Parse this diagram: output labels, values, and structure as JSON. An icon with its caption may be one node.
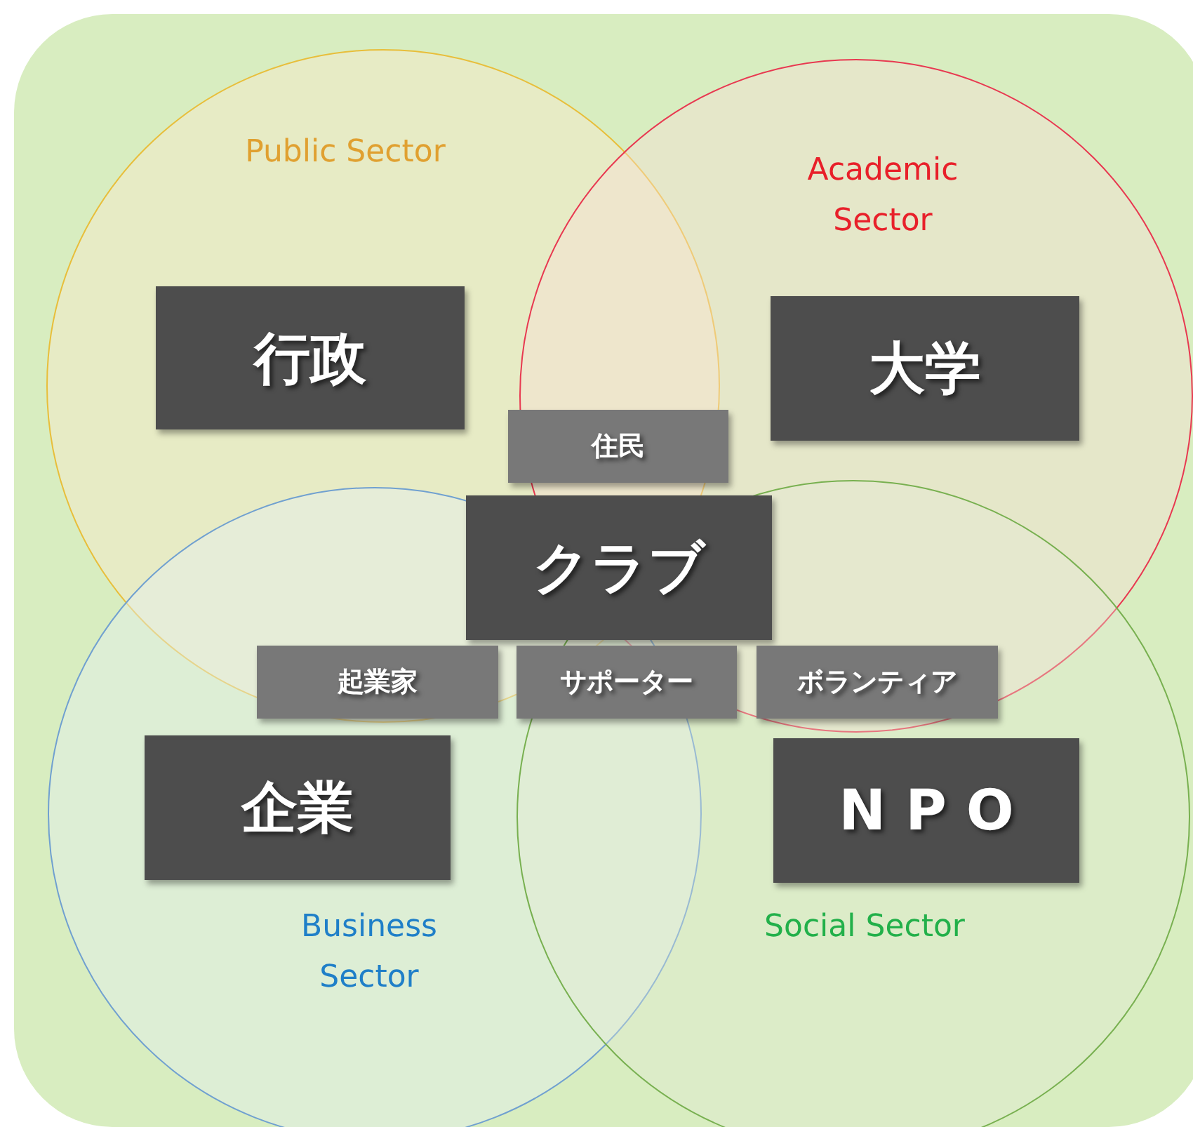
{
  "diagram": {
    "nodes": [
      {
        "text": [
          "Public Sector"
        ]
      },
      {
        "text": [
          "行政"
        ],
        "in": 0
      },
      {
        "text": [
          "Academic Sector"
        ]
      },
      {
        "text": [
          "大学"
        ],
        "in": 2
      },
      {
        "text": [
          "住民"
        ]
      },
      {
        "text": [
          "クラブ"
        ]
      },
      {
        "text": [
          "Business Sector"
        ]
      },
      {
        "text": [
          "起業家"
        ]
      },
      {
        "text": [
          "サポーター"
        ]
      },
      {
        "text": [
          "ボランティア"
        ]
      },
      {
        "text": [
          "企業"
        ],
        "in": 6
      },
      {
        "text": [
          "Social Sector"
        ]
      },
      {
        "text": [
          "N P O"
        ],
        "in": 11
      }
    ]
  }
}
